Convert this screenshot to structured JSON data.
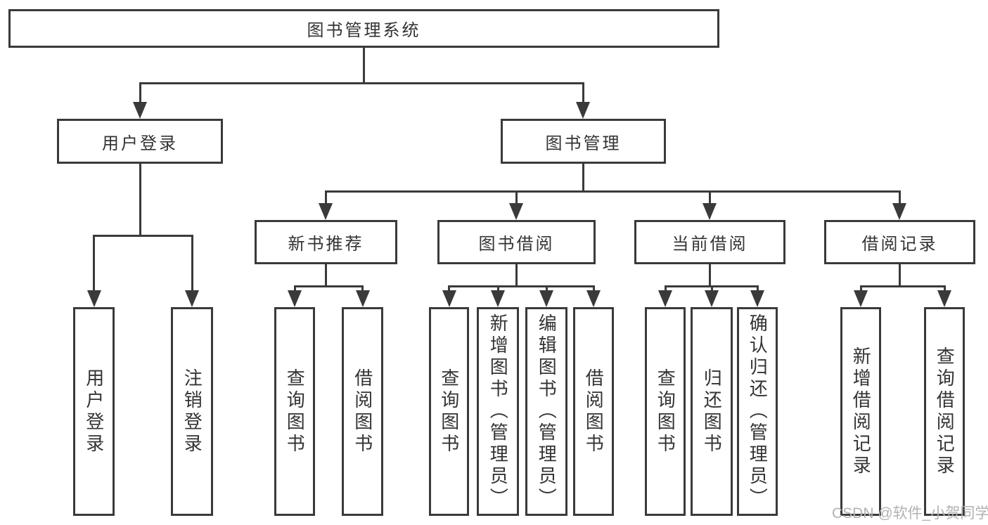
{
  "diagram": {
    "type": "hierarchy-tree",
    "root": {
      "label": "图书管理系统"
    },
    "branches": [
      {
        "label": "用户登录",
        "leaves": [
          {
            "label": "用户登录"
          },
          {
            "label": "注销登录"
          }
        ]
      },
      {
        "label": "图书管理",
        "children": [
          {
            "label": "新书推荐",
            "leaves": [
              {
                "label": "查询图书"
              },
              {
                "label": "借阅图书"
              }
            ]
          },
          {
            "label": "图书借阅",
            "leaves": [
              {
                "label": "查询图书"
              },
              {
                "label": "新增图书（管理员）"
              },
              {
                "label": "编辑图书（管理员）"
              },
              {
                "label": "借阅图书"
              }
            ]
          },
          {
            "label": "当前借阅",
            "leaves": [
              {
                "label": "查询图书"
              },
              {
                "label": "归还图书"
              },
              {
                "label": "确认归还（管理员）"
              }
            ]
          },
          {
            "label": "借阅记录",
            "leaves": [
              {
                "label": "新增借阅记录"
              },
              {
                "label": "查询借阅记录"
              }
            ]
          }
        ]
      }
    ],
    "watermark": "CSDN @软件_小贺同学",
    "colors": {
      "line": "#3a3a3a",
      "text": "#333333",
      "watermark": "#b2b2b2",
      "background": "#ffffff"
    }
  }
}
